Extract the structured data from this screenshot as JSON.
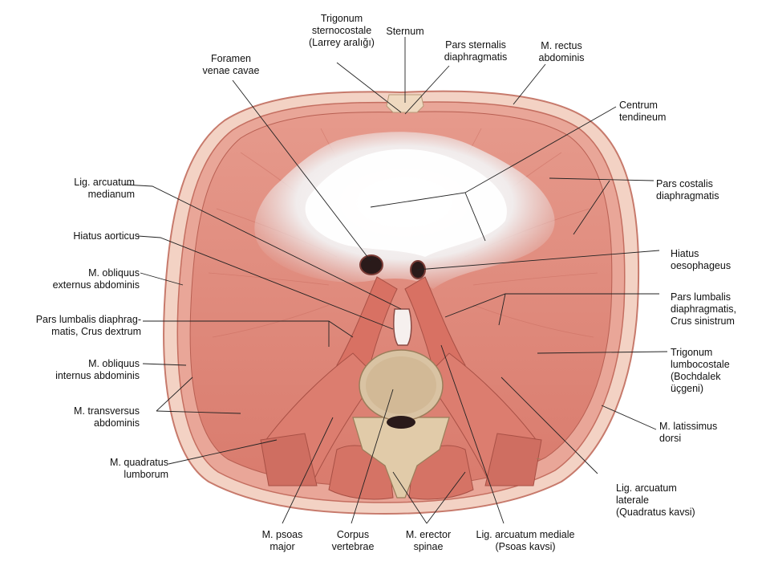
{
  "labels": {
    "trigonum_sternocostale": "Trigonum\nsternocostale\n(Larrey aralığı)",
    "sternum": "Sternum",
    "pars_sternalis": "Pars sternalis\ndiaphragmatis",
    "rectus_abdominis": "M. rectus\nabdominis",
    "foramen_venae_cavae": "Foramen\nvenae cavae",
    "centrum_tendineum": "Centrum\ntendineum",
    "lig_arcuatum_medianum": "Lig. arcuatum\nmedianum",
    "pars_costalis": "Pars costalis\ndiaphragmatis",
    "hiatus_aorticus": "Hiatus aorticus",
    "hiatus_oesophageus": "Hiatus\noesophageus",
    "obliquus_externus": "M. obliquus\nexternus abdominis",
    "pars_lumbalis_sinistrum": "Pars lumbalis\ndiaphragmatis,\nCrus sinistrum",
    "pars_lumbalis_dextrum": "Pars lumbalis diaphrag-\nmatis, Crus dextrum",
    "trigonum_lumbocostale": "Trigonum\nlumbocostale\n(Bochdalek\nüçgeni)",
    "obliquus_internus": "M. obliquus\ninternus abdominis",
    "transversus_abdominis": "M. transversus\nabdominis",
    "latissimus_dorsi": "M. latissimus\ndorsi",
    "quadratus_lumborum": "M. quadratus\nlumborum",
    "lig_arcuatum_laterale": "Lig. arcuatum\nlaterale\n(Quadratus kavsi)",
    "psoas_major": "M. psoas\nmajor",
    "corpus_vertebrae": "Corpus\nvertebrae",
    "erector_spinae": "M. erector\nspinae",
    "lig_arcuatum_mediale": "Lig. arcuatum mediale\n(Psoas kavsi)"
  },
  "colors": {
    "muscle": "#e0877a",
    "muscle_dark": "#c4685c",
    "tendon": "#f2eeee",
    "skin": "#f1c9b9",
    "bone": "#d9c3a3",
    "leader": "#222222"
  }
}
